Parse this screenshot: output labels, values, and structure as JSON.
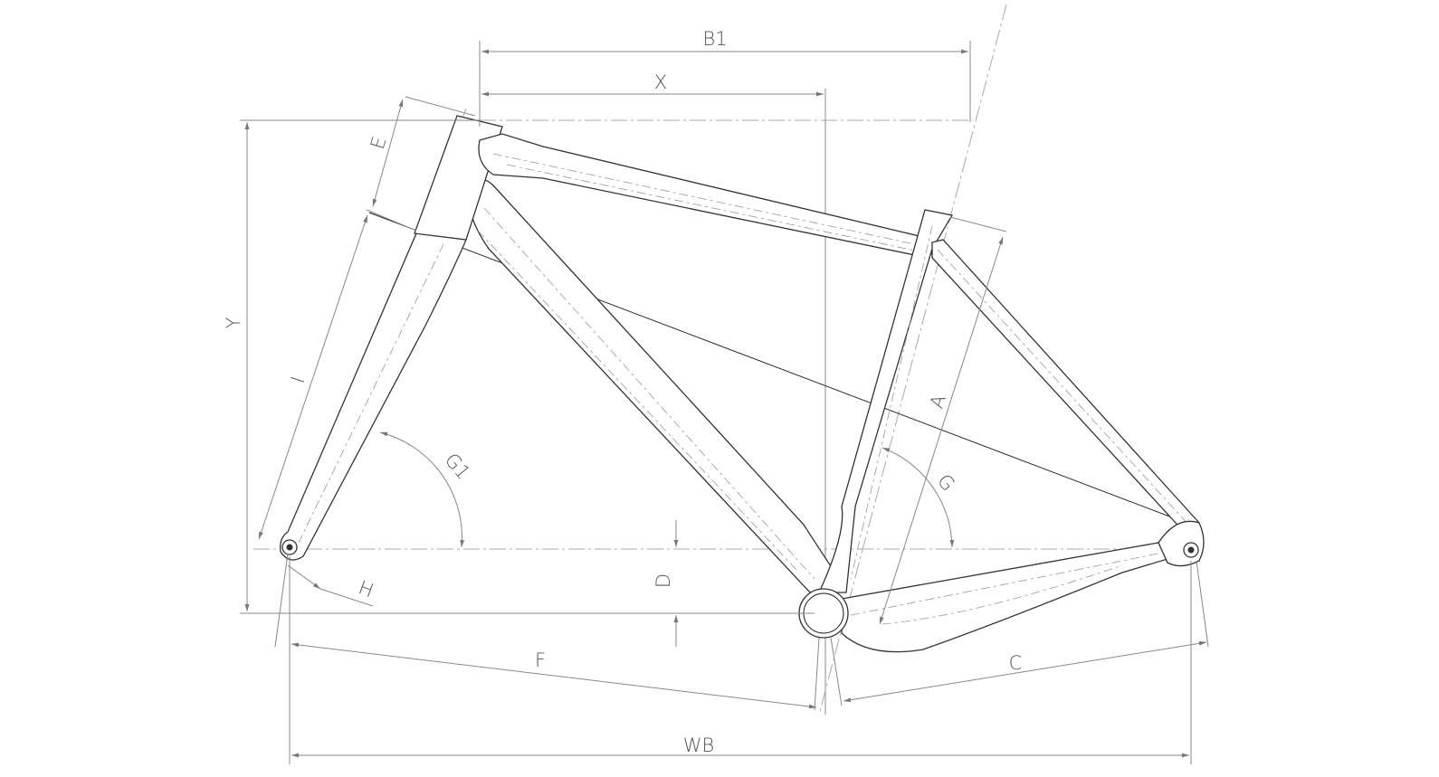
{
  "diagram": {
    "subject": "bicycle-frame-geometry",
    "labels": {
      "b1": "B1",
      "x": "X",
      "y": "Y",
      "e": "E",
      "i": "I",
      "g1": "G1",
      "h": "H",
      "d": "D",
      "f": "F",
      "wb": "WB",
      "c": "C",
      "a": "A",
      "g": "G"
    },
    "colors": {
      "line": "#333333",
      "dimension": "#888888",
      "label": "#555555"
    }
  }
}
